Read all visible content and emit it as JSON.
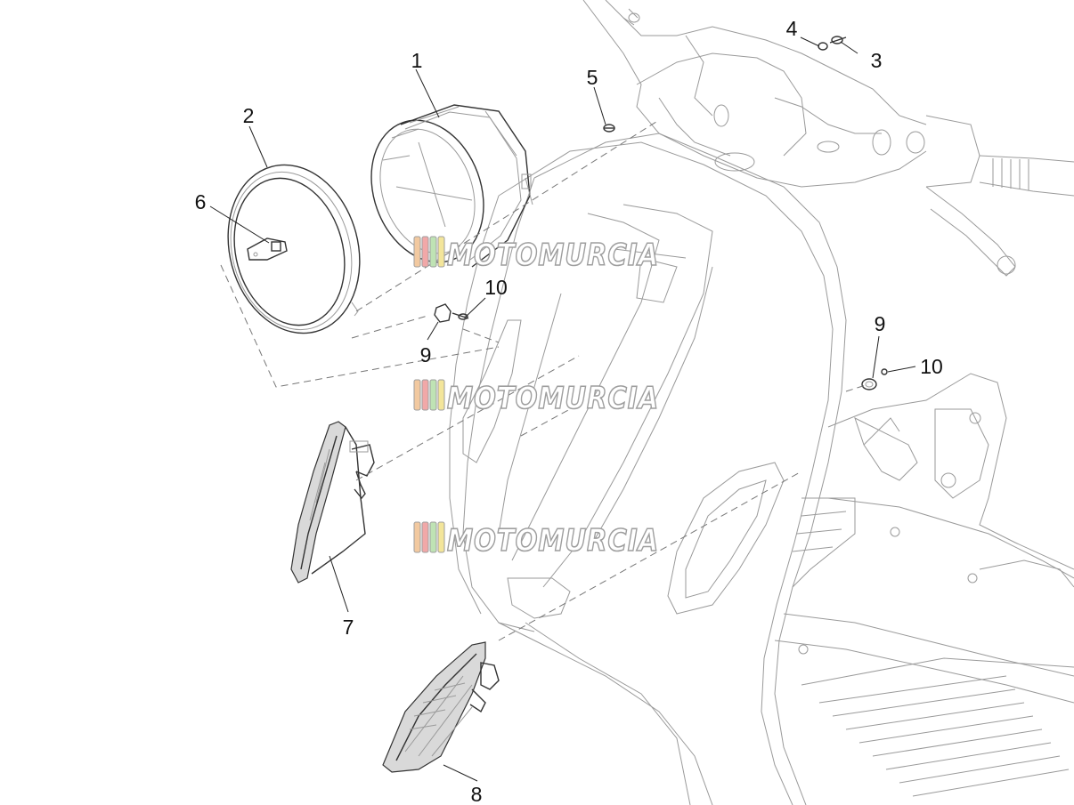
{
  "callouts": [
    {
      "id": "1",
      "label": "1"
    },
    {
      "id": "2",
      "label": "2"
    },
    {
      "id": "3",
      "label": "3"
    },
    {
      "id": "4",
      "label": "4"
    },
    {
      "id": "5",
      "label": "5"
    },
    {
      "id": "6",
      "label": "6"
    },
    {
      "id": "7",
      "label": "7"
    },
    {
      "id": "8",
      "label": "8"
    },
    {
      "id": "9a",
      "label": "9"
    },
    {
      "id": "9b",
      "label": "9"
    },
    {
      "id": "10a",
      "label": "10"
    },
    {
      "id": "10b",
      "label": "10"
    }
  ],
  "watermark": {
    "text": "MOTOMURCIA",
    "stripe_colors": [
      "#f2c9a0",
      "#f1a8a8",
      "#bfe3b4",
      "#f3e59a"
    ]
  }
}
